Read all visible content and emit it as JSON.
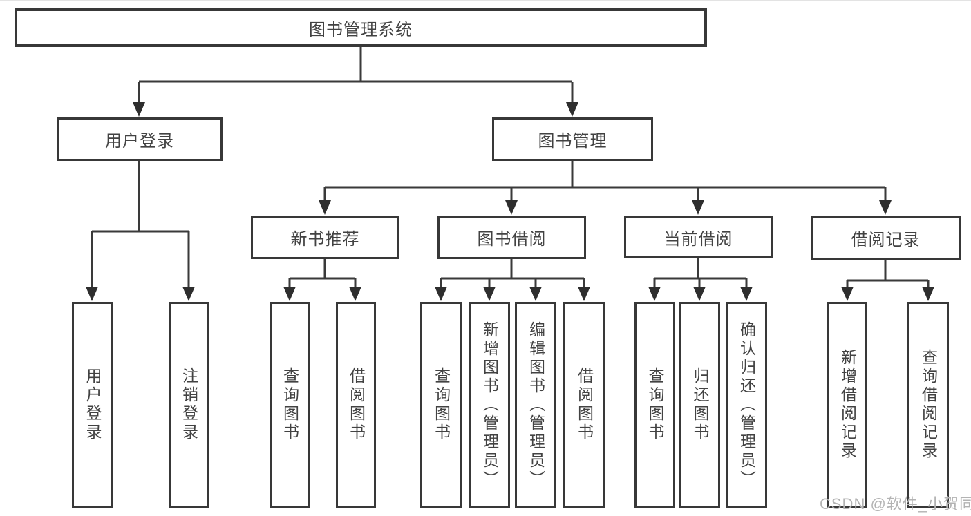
{
  "diagram": {
    "title": "图书管理系统",
    "branches": [
      {
        "label": "用户登录",
        "children": [
          {
            "label": "用户登录"
          },
          {
            "label": "注销登录"
          }
        ]
      },
      {
        "label": "图书管理",
        "children": [
          {
            "label": "新书推荐",
            "children": [
              {
                "label": "查询图书"
              },
              {
                "label": "借阅图书"
              }
            ]
          },
          {
            "label": "图书借阅",
            "children": [
              {
                "label": "查询图书"
              },
              {
                "label": "新增图书（管理员）"
              },
              {
                "label": "编辑图书（管理员）"
              },
              {
                "label": "借阅图书"
              }
            ]
          },
          {
            "label": "当前借阅",
            "children": [
              {
                "label": "查询图书"
              },
              {
                "label": "归还图书"
              },
              {
                "label": "确认归还（管理员）"
              }
            ]
          },
          {
            "label": "借阅记录",
            "children": [
              {
                "label": "新增借阅记录"
              },
              {
                "label": "查询借阅记录"
              }
            ]
          }
        ]
      }
    ]
  },
  "watermark": {
    "text": "CSDN @软件_小贺同学"
  },
  "colors": {
    "line": "#3a3a3a",
    "border": "#383838",
    "text": "#424242",
    "watermark": "#b3b3b3",
    "background": "#ffffff"
  }
}
